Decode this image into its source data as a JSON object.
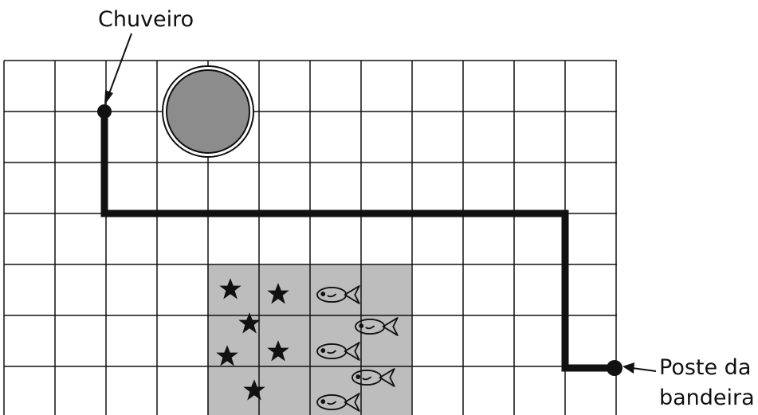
{
  "labels": {
    "shower": "Chuveiro",
    "flagpole_line1": "Poste da",
    "flagpole_line2": "bandeira"
  },
  "grid": {
    "columns": 12,
    "rows": 7
  },
  "colors": {
    "line": "#111111",
    "zone_fill": "#bdbdbd",
    "circle_fill": "#8c8c8c",
    "background": "#ffffff"
  },
  "zones": {
    "stars_icon": "star-icon",
    "fish_icon": "fish-icon",
    "star_count": 6,
    "fish_count": 5
  }
}
